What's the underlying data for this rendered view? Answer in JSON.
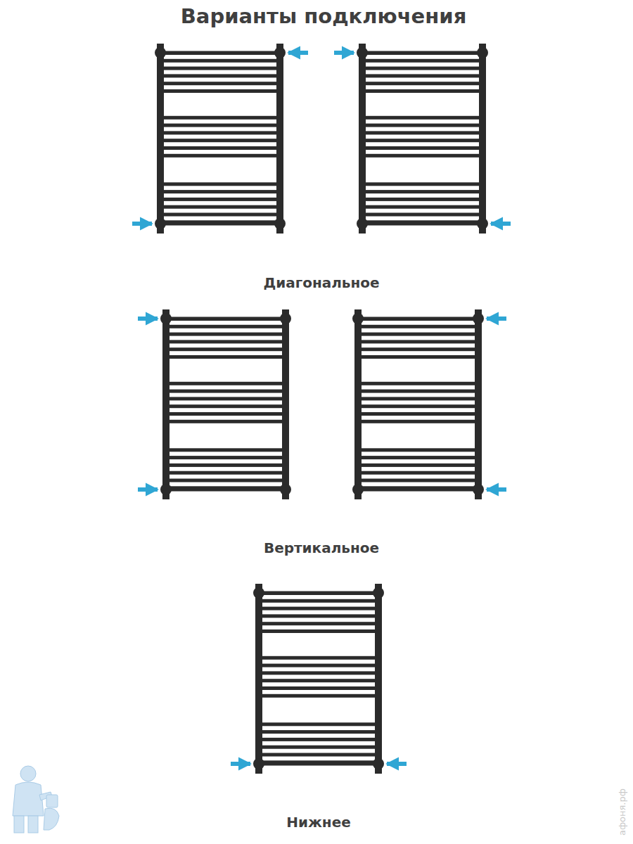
{
  "diagram": {
    "title": "Варианты подключения",
    "labels": [
      "Диагональное",
      "Вертикальное",
      "Нижнее",
      "афоня.рф"
    ]
  }
}
